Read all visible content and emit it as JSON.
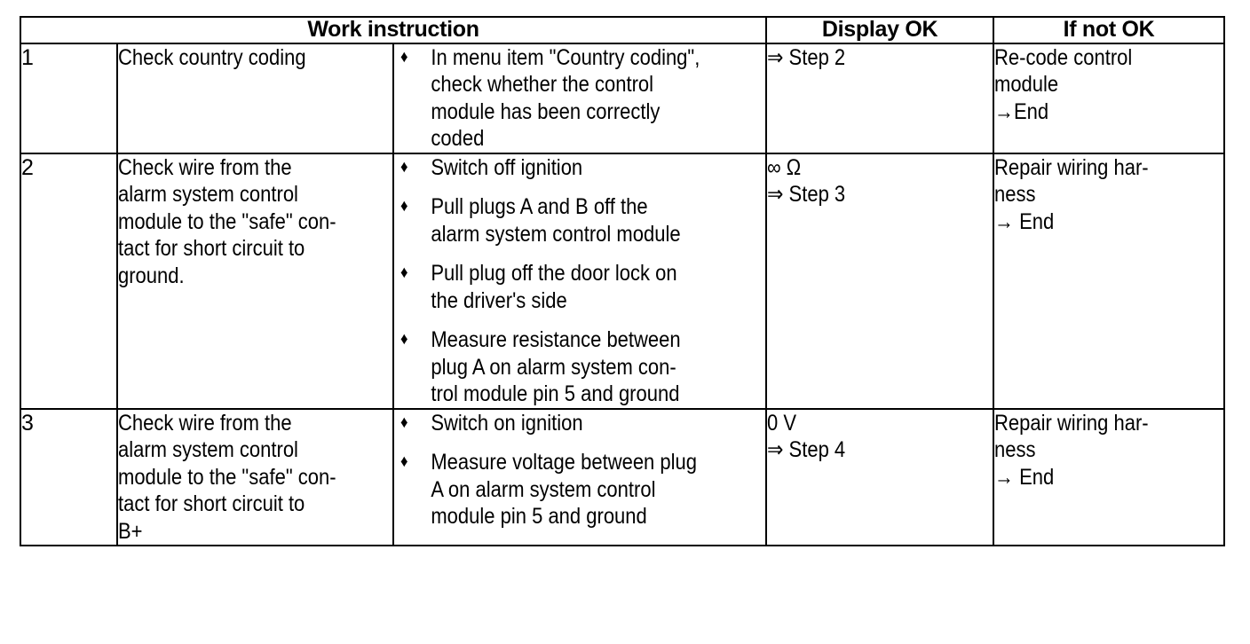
{
  "table": {
    "headers": {
      "work_instruction": "Work instruction",
      "display_ok": "Display OK",
      "if_not_ok": "If not OK"
    },
    "rows": [
      {
        "number": "1",
        "work_instruction_lines": [
          "Check country coding"
        ],
        "steps": [
          {
            "bullet": "diamond-bullet",
            "lines": [
              "In menu item \"Country coding\",",
              "check whether the control",
              "module has been correctly",
              "coded"
            ]
          }
        ],
        "display_ok_lines": [
          "⇒ Step 2"
        ],
        "if_not_ok_lines": [
          "Re-code control",
          "module",
          "→End"
        ]
      },
      {
        "number": "2",
        "work_instruction_lines": [
          "Check wire from the",
          "alarm system control",
          "module to the \"safe\" con-",
          "tact for short circuit to",
          "ground."
        ],
        "steps": [
          {
            "bullet": "diamond-bullet",
            "lines": [
              "Switch off ignition"
            ]
          },
          {
            "bullet": "diamond-bullet",
            "lines": [
              "Pull plugs A and B off the",
              "alarm system control module"
            ]
          },
          {
            "bullet": "diamond-bullet",
            "lines": [
              "Pull plug off the door lock on",
              "the driver's side"
            ]
          },
          {
            "bullet": "diamond-bullet",
            "lines": [
              "Measure resistance between",
              "plug A on alarm system con-",
              "trol module pin 5 and ground"
            ]
          }
        ],
        "display_ok_lines": [
          "∞ Ω",
          "⇒ Step 3"
        ],
        "if_not_ok_lines": [
          "Repair wiring har-",
          "ness",
          "→ End"
        ]
      },
      {
        "number": "3",
        "work_instruction_lines": [
          "Check wire from the",
          "alarm system control",
          "module to the \"safe\" con-",
          "tact for short circuit to",
          "B+"
        ],
        "steps": [
          {
            "bullet": "diamond-bullet",
            "lines": [
              "Switch on ignition"
            ]
          },
          {
            "bullet": "diamond-bullet",
            "lines": [
              "Measure voltage between plug",
              "A on alarm system control",
              "module pin 5 and ground"
            ]
          }
        ],
        "display_ok_lines": [
          "0 V",
          "⇒ Step 4"
        ],
        "if_not_ok_lines": [
          "Repair wiring har-",
          "ness",
          "→ End"
        ]
      }
    ],
    "bullet_glyph": "♦",
    "border_color": "#000000",
    "text_color": "#000000",
    "background_color": "#ffffff"
  }
}
